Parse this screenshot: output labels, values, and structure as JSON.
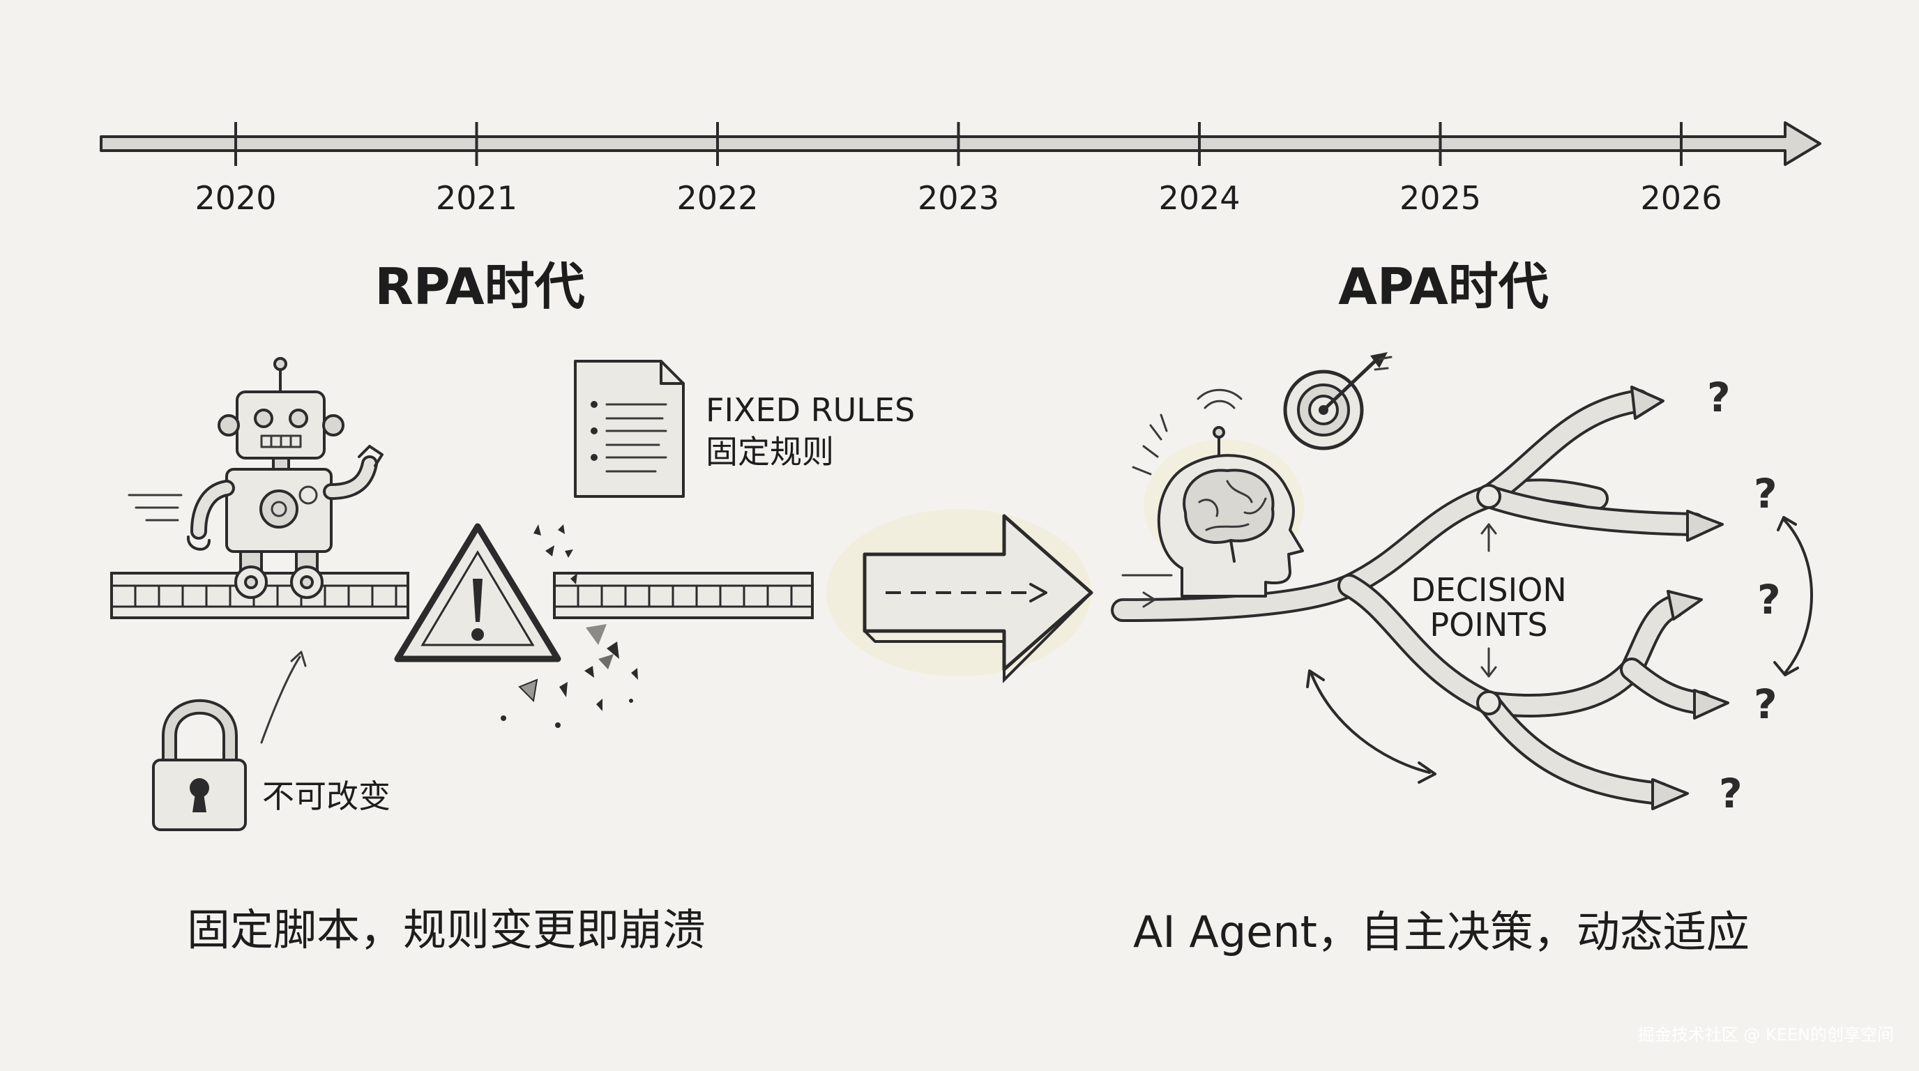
{
  "timeline": {
    "years": [
      "2020",
      "2021",
      "2022",
      "2023",
      "2024",
      "2025",
      "2026"
    ]
  },
  "rpa": {
    "title": "RPA时代",
    "fixed_rules_en": "FIXED RULES",
    "fixed_rules_cn": "固定规则",
    "lock_label": "不可改变",
    "caption": "固定脚本，规则变更即崩溃"
  },
  "apa": {
    "title": "APA时代",
    "decision_line1": "DECISION",
    "decision_line2": "POINTS",
    "question_mark": "?",
    "caption": "AI Agent，自主决策，动态适应"
  },
  "watermark": "掘金技术社区 @ KEEN的创享空间",
  "colors": {
    "background": "#f3f2ee",
    "ink": "#1d1d1d",
    "shade": "#d9d7d2"
  },
  "icons": [
    "robot-icon",
    "document-icon",
    "warning-icon",
    "lock-icon",
    "brain-head-icon",
    "target-icon",
    "transition-arrow-icon"
  ]
}
